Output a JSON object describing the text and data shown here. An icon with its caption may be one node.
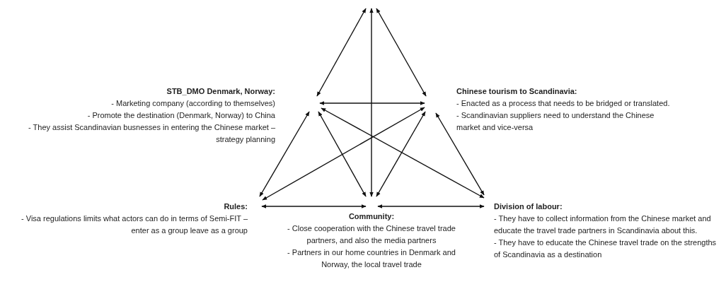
{
  "diagram": {
    "nodes": [
      {
        "text": [
          "STB_DMO Denmark, Norway:",
          "- Marketing company (according to themselves)",
          "- Promote the destination (Denmark, Norway) to China",
          "- They assist Scandinavian busnesses in entering the Chinese market – strategy planning"
        ]
      },
      {
        "text": [
          "Chinese tourism to Scandinavia:",
          "- Enacted as a process that needs to be bridged or translated.",
          "- Scandinavian suppliers need to understand the Chinese market and vice-versa"
        ]
      },
      {
        "text": [
          "Rules:",
          "- Visa regulations limits what actors can do in terms of Semi-FIT – enter as a group leave as a group"
        ]
      },
      {
        "text": [
          "Community:",
          "- Close cooperation with the Chinese travel trade partners, and also the media partners",
          "- Partners in our home countries in Denmark and Norway, the local travel trade"
        ]
      },
      {
        "text": [
          "Division of labour:",
          "- They have to collect information from the Chinese market and educate the travel trade partners in Scandinavia about this.",
          "- They have to educate the Chinese travel trade on the strengths of Scandinavia as a destination"
        ]
      }
    ],
    "edges": [
      {
        "from": null,
        "to": 0,
        "arrow": "both"
      },
      {
        "from": null,
        "to": 1,
        "arrow": "both"
      },
      {
        "from": null,
        "to": 3,
        "arrow": "both"
      },
      {
        "from": 0,
        "to": 1,
        "arrow": "both"
      },
      {
        "from": 0,
        "to": 2,
        "arrow": "both"
      },
      {
        "from": 0,
        "to": 3,
        "arrow": "both"
      },
      {
        "from": 0,
        "to": 4,
        "arrow": "both"
      },
      {
        "from": 1,
        "to": 2,
        "arrow": "both"
      },
      {
        "from": 1,
        "to": 3,
        "arrow": "both"
      },
      {
        "from": 1,
        "to": 4,
        "arrow": "both"
      },
      {
        "from": 2,
        "to": 3,
        "arrow": "both"
      },
      {
        "from": 3,
        "to": 4,
        "arrow": "both"
      }
    ]
  }
}
